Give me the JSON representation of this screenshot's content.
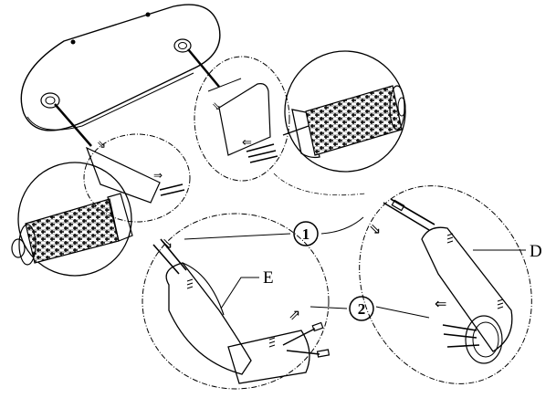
{
  "labels": {
    "callout_1": "1",
    "callout_2": "2",
    "letter_d": "D",
    "letter_e": "E"
  }
}
